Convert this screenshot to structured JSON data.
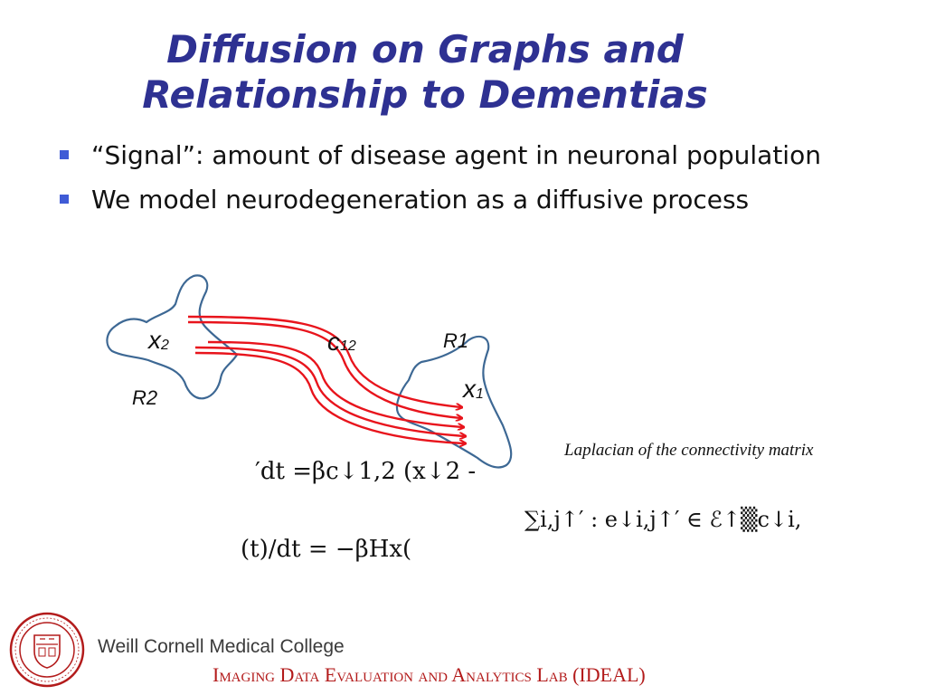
{
  "title": {
    "line1": "Diffusion on Graphs and",
    "line2": "Relationship to Dementias"
  },
  "bullets": [
    {
      "text": "“Signal”: amount of disease agent in neuronal population"
    },
    {
      "text": "We model neurodegeneration as a diffusive process"
    }
  ],
  "diagram": {
    "region_r2_label": "R2",
    "region_r1_label": "R1",
    "x2_var": "x",
    "x2_sub": "2",
    "c12_var": "c",
    "c12_sub": "12",
    "x1_var": "x",
    "x1_sub": "1"
  },
  "equations": {
    "eq1": "′dt =βc↓1,2 (x↓2 -",
    "eq2": "(t)/dt = −βHx(",
    "eq3": "∑i,j↑′ : e↓i,j↑′   ∈ ℰ↑▒c↓i,"
  },
  "caption": "Laplacian of the connectivity matrix",
  "footer": {
    "college": "Weill Cornell Medical College",
    "lab": "Imaging Data Evaluation and Analytics Lab (IDEAL)"
  },
  "colors": {
    "title": "#2e3192",
    "bullet_marker": "#3f5bd6",
    "arrows": "#e8141c",
    "region_outline": "#3d6894",
    "lab_text": "#b31b1b",
    "seal": "#b31b1b"
  },
  "icons": {
    "seal": "cornell-seal-icon"
  }
}
